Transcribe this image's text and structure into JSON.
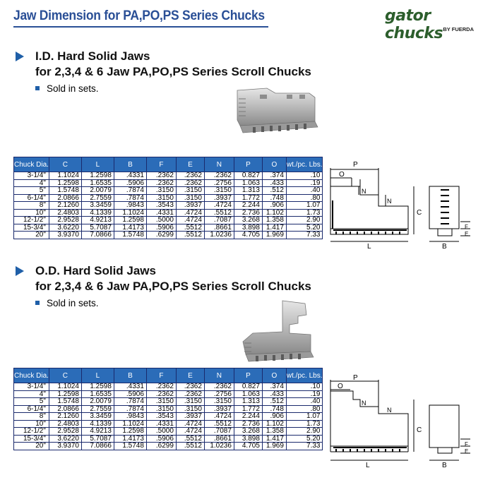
{
  "page": {
    "title": "Jaw Dimension for PA,PO,PS Series Chucks"
  },
  "logo": {
    "name": "gator chucks",
    "sub": "BY FUERDA"
  },
  "sections": [
    {
      "heading1": "I.D. Hard Solid Jaws",
      "heading2": "for 2,3,4 & 6 Jaw  PA,PO,PS Series Scroll Chucks",
      "note": "Sold  in sets."
    },
    {
      "heading1": "O.D. Hard Solid Jaws",
      "heading2": "for 2,3,4 & 6 Jaw  PA,PO,PS Series Scroll Chucks",
      "note": "Sold  in sets."
    }
  ],
  "table": {
    "headers": [
      "Chuck Dia.",
      "C",
      "L",
      "B",
      "F",
      "E",
      "N",
      "P",
      "O",
      "wt./pc. Lbs."
    ],
    "rows": [
      [
        "3-1/4\"",
        "1.1024",
        "1.2598",
        ".4331",
        ".2362",
        ".2362",
        ".2362",
        "0.827",
        ".374",
        ".10"
      ],
      [
        "4\"",
        "1.2598",
        "1.6535",
        ".5906",
        ".2362",
        ".2362",
        ".2756",
        "1.063",
        ".433",
        ".19"
      ],
      [
        "5\"",
        "1.5748",
        "2.0079",
        ".7874",
        ".3150",
        ".3150",
        ".3150",
        "1.313",
        ".512",
        ".40"
      ],
      [
        "6-1/4\"",
        "2.0866",
        "2.7559",
        ".7874",
        ".3150",
        ".3150",
        ".3937",
        "1.772",
        ".748",
        ".80"
      ],
      [
        "8\"",
        "2.1260",
        "3.3459",
        ".9843",
        ".3543",
        ".3937",
        ".4724",
        "2.244",
        ".906",
        "1.07"
      ],
      [
        "10\"",
        "2.4803",
        "4.1339",
        "1.1024",
        ".4331",
        ".4724",
        ".5512",
        "2.736",
        "1.102",
        "1.73"
      ],
      [
        "12-1/2\"",
        "2.9528",
        "4.9213",
        "1.2598",
        ".5000",
        ".4724",
        ".7087",
        "3.268",
        "1.358",
        "2.90"
      ],
      [
        "15-3/4\"",
        "3.6220",
        "5.7087",
        "1.4173",
        ".5906",
        ".5512",
        ".8661",
        "3.898",
        "1.417",
        "5.20"
      ],
      [
        "20\"",
        "3.9370",
        "7.0866",
        "1.5748",
        ".6299",
        ".5512",
        "1.0236",
        "4.705",
        "1.969",
        "7.33"
      ]
    ]
  },
  "diagram_labels": {
    "P": "P",
    "O": "O",
    "N": "N",
    "C": "C",
    "L": "L",
    "B": "B",
    "F": "F",
    "E": "E"
  }
}
